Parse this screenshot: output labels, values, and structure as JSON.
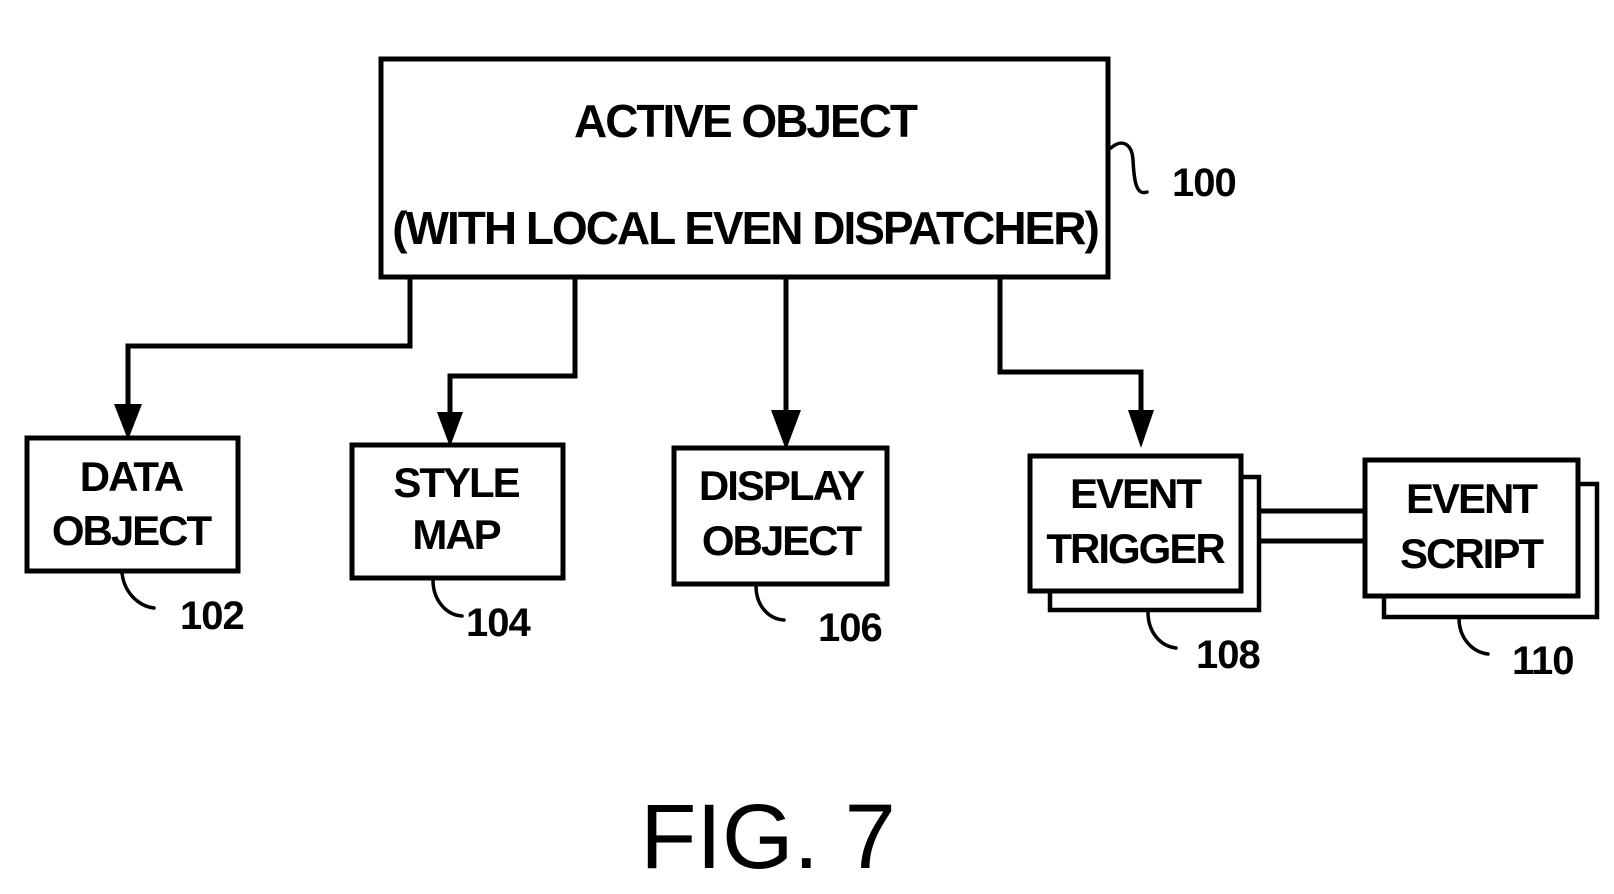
{
  "figure": {
    "caption": "FIG. 7"
  },
  "nodes": {
    "active_object": {
      "line1": "ACTIVE OBJECT",
      "line2": "(WITH LOCAL EVEN DISPATCHER)",
      "ref": "100"
    },
    "data_object": {
      "line1": "DATA",
      "line2": "OBJECT",
      "ref": "102"
    },
    "style_map": {
      "line1": "STYLE",
      "line2": "MAP",
      "ref": "104"
    },
    "display_object": {
      "line1": "DISPLAY",
      "line2": "OBJECT",
      "ref": "106"
    },
    "event_trigger": {
      "line1": "EVENT",
      "line2": "TRIGGER",
      "ref": "108",
      "stacked": true
    },
    "event_script": {
      "line1": "EVENT",
      "line2": "SCRIPT",
      "ref": "110",
      "stacked": true
    }
  },
  "edges": [
    {
      "from": "active_object",
      "to": "data_object",
      "type": "arrow"
    },
    {
      "from": "active_object",
      "to": "style_map",
      "type": "arrow"
    },
    {
      "from": "active_object",
      "to": "display_object",
      "type": "arrow"
    },
    {
      "from": "active_object",
      "to": "event_trigger",
      "type": "arrow"
    },
    {
      "from": "event_trigger",
      "to": "event_script",
      "type": "double-line"
    }
  ]
}
